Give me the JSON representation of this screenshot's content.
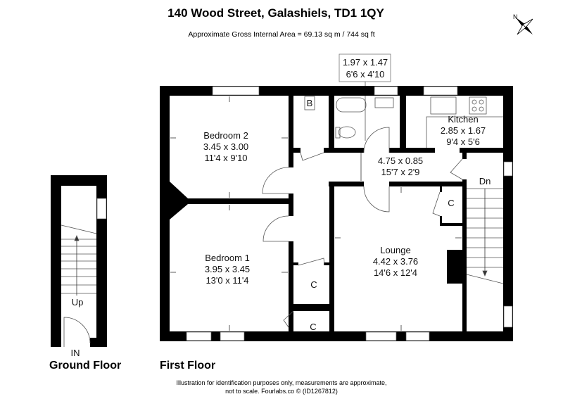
{
  "header": {
    "title": "140 Wood Street, Galashiels, TD1 1QY",
    "area": "Approximate Gross Internal Area = 69.13 sq m / 744 sq ft"
  },
  "compass": {
    "label": "N"
  },
  "rooms": {
    "bathroom": {
      "metric": "1.97 x 1.47",
      "imperial": "6'6 x 4'10"
    },
    "kitchen": {
      "name": "Kitchen",
      "metric": "2.85 x 1.67",
      "imperial": "9'4 x 5'6"
    },
    "bedroom2": {
      "name": "Bedroom 2",
      "metric": "3.45 x 3.00",
      "imperial": "11'4 x 9'10"
    },
    "hall": {
      "metric": "4.75 x 0.85",
      "imperial": "15'7 x 2'9"
    },
    "bedroom1": {
      "name": "Bedroom 1",
      "metric": "3.95 x 3.45",
      "imperial": "13'0 x 11'4"
    },
    "lounge": {
      "name": "Lounge",
      "metric": "4.42 x 3.76",
      "imperial": "14'6 x 12'4"
    }
  },
  "labels": {
    "boiler": "B",
    "cupboard": "C",
    "stairs_down": "Dn",
    "stairs_up": "Up",
    "entrance": "IN"
  },
  "floors": {
    "ground": "Ground Floor",
    "first": "First Floor"
  },
  "footer": {
    "line1": "Illustration for identification purposes only, measurements are approximate,",
    "line2": "not to scale. Fourlabs.co © (ID1267812)"
  }
}
